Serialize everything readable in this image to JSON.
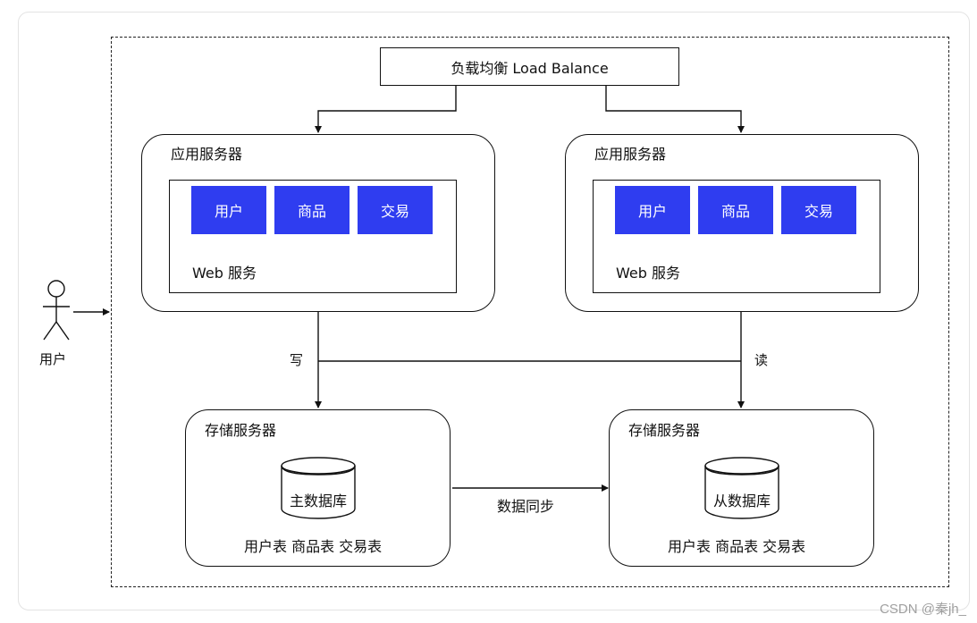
{
  "load_balancer": {
    "label": "负载均衡 Load Balance"
  },
  "app_servers": [
    {
      "title": "应用服务器",
      "modules": [
        "用户",
        "商品",
        "交易"
      ],
      "web_label": "Web 服务"
    },
    {
      "title": "应用服务器",
      "modules": [
        "用户",
        "商品",
        "交易"
      ],
      "web_label": "Web 服务"
    }
  ],
  "storage_servers": [
    {
      "title": "存储服务器",
      "db_label": "主数据库",
      "tables": "用户表 商品表 交易表"
    },
    {
      "title": "存储服务器",
      "db_label": "从数据库",
      "tables": "用户表 商品表 交易表"
    }
  ],
  "connections": {
    "write_label": "写",
    "read_label": "读",
    "sync_label": "数据同步"
  },
  "actor": {
    "label": "用户"
  },
  "watermark": "CSDN @秦jh_"
}
